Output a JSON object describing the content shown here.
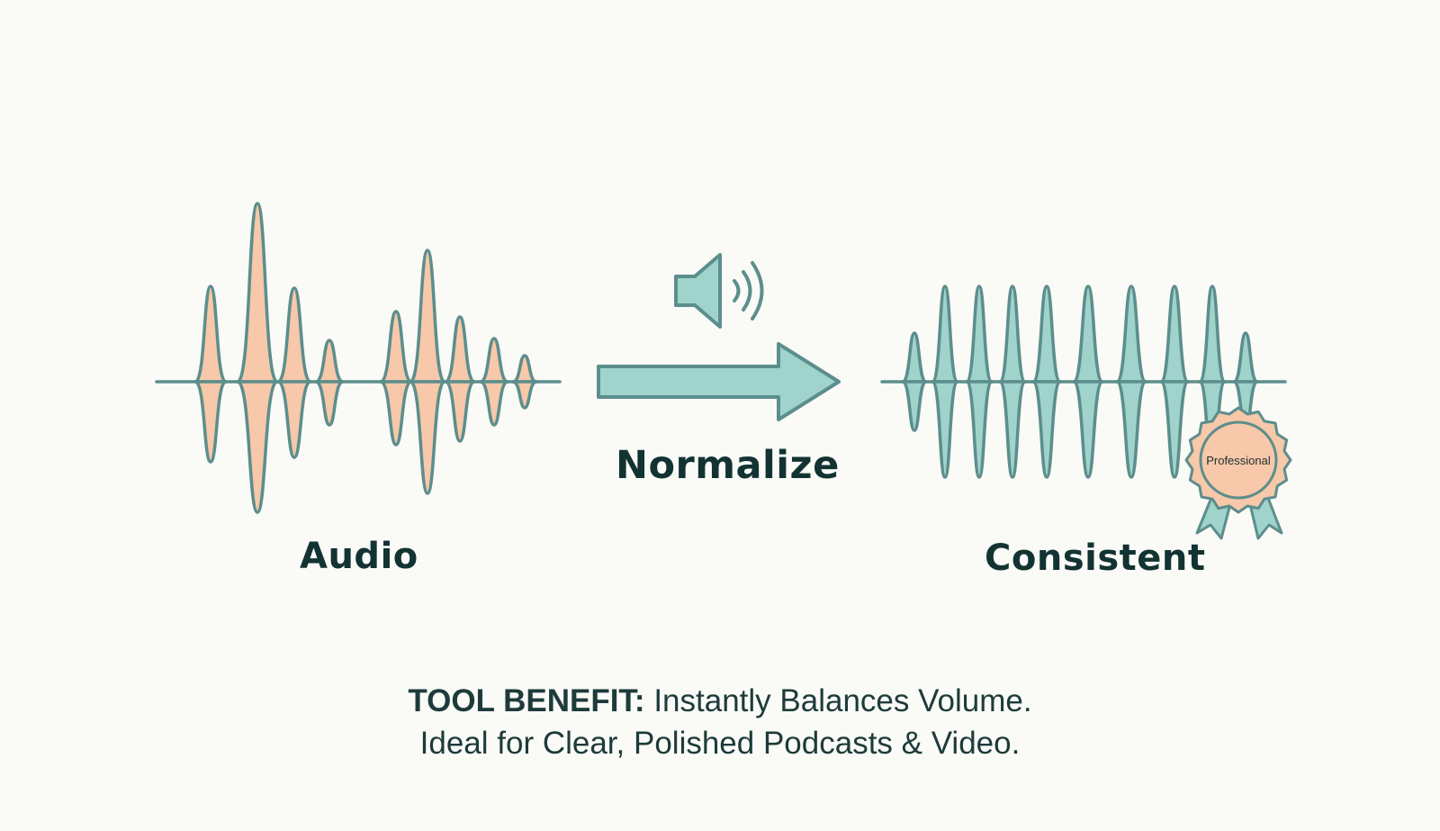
{
  "labels": {
    "input": "Audio",
    "action": "Normalize",
    "output": "Consistent"
  },
  "badge": {
    "text": "Professional",
    "icon": "award-ribbon-icon"
  },
  "speaker": {
    "icon": "speaker-sound-icon"
  },
  "benefit": {
    "heading": "TOOL BENEFIT:",
    "line1": "Instantly Balances Volume.",
    "line2": "Ideal for Clear, Polished Podcasts & Video."
  },
  "colors": {
    "stroke": "#5c8e8c",
    "input_fill": "#f7c8a9",
    "output_fill": "#9fd3cb",
    "badge_fill": "#f7c8a9",
    "text": "#123332",
    "background": "#fafaf7"
  }
}
